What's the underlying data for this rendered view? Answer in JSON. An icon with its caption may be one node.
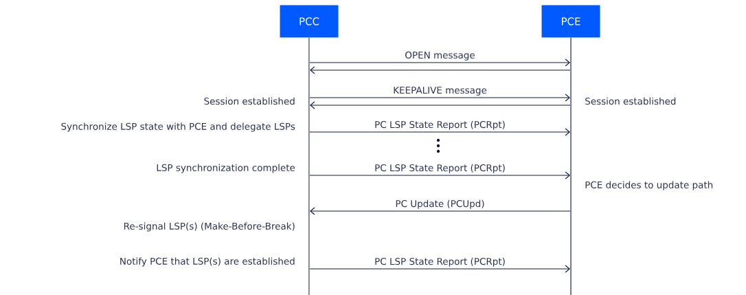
{
  "diagram": {
    "nodes": [
      {
        "text": [
          "PCC"
        ]
      },
      {
        "text": [
          "PCE"
        ]
      }
    ],
    "edges": [
      {
        "from": 0,
        "to": 1,
        "arrow": "to",
        "label": "OPEN message"
      },
      {
        "from": 1,
        "to": 0,
        "arrow": "to"
      },
      {
        "from": 0,
        "to": 1,
        "arrow": "to",
        "label": "KEEPALIVE message"
      },
      {
        "from": 1,
        "to": 0,
        "arrow": "to"
      },
      {
        "from": 0,
        "to": 1,
        "arrow": "to",
        "label": "PC LSP State Report (PCRpt)"
      },
      {
        "from": 0,
        "to": 1,
        "arrow": "to",
        "label": "PC LSP State Report (PCRpt)"
      },
      {
        "from": 1,
        "to": 0,
        "arrow": "to",
        "label": "PC Update (PCUpd)"
      },
      {
        "from": 0,
        "to": 1,
        "arrow": "to",
        "label": "PC LSP State Report (PCRpt)"
      }
    ],
    "labels": [
      "Session established",
      "Session established",
      "Synchronize LSP state with PCE and delegate LSPs",
      "LSP synchronization complete",
      "PCE decides to update path",
      "Re-signal LSP(s) (Make-Before-Break)",
      "Notify PCE that LSP(s) are established"
    ]
  }
}
